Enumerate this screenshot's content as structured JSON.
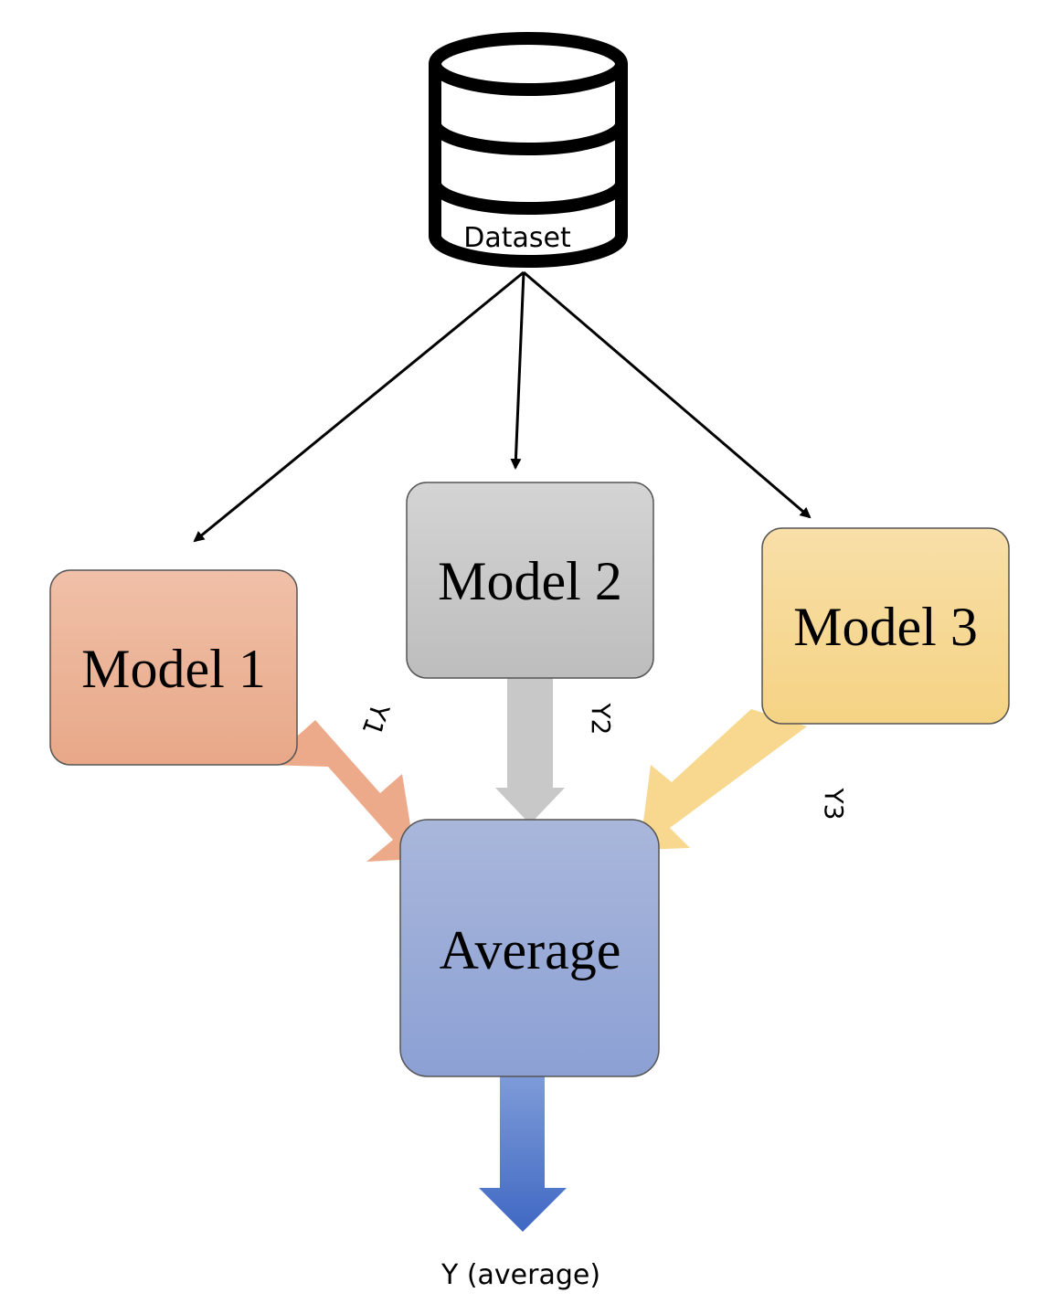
{
  "dataset": {
    "label": "Dataset"
  },
  "models": [
    {
      "label": "Model 1",
      "output": "Y1"
    },
    {
      "label": "Model 2",
      "output": "Y2"
    },
    {
      "label": "Model 3",
      "output": "Y3"
    }
  ],
  "aggregator": {
    "label": "Average"
  },
  "result": {
    "label": "Y (average)"
  },
  "colors": {
    "model1_top": "#F0C0A8",
    "model1_bottom": "#E8A888",
    "model1_arrow": "#EDAA8A",
    "model2_top": "#D4D4D4",
    "model2_bottom": "#BDBDBD",
    "model2_arrow": "#C8C8C8",
    "model3_top": "#F8DFA8",
    "model3_bottom": "#F5D384",
    "model3_arrow": "#F7D88E",
    "average_top": "#A9B7DB",
    "average_bottom": "#8CA0D4",
    "output_arrow_top": "#7E9BD8",
    "output_arrow_bottom": "#3F68C3"
  }
}
